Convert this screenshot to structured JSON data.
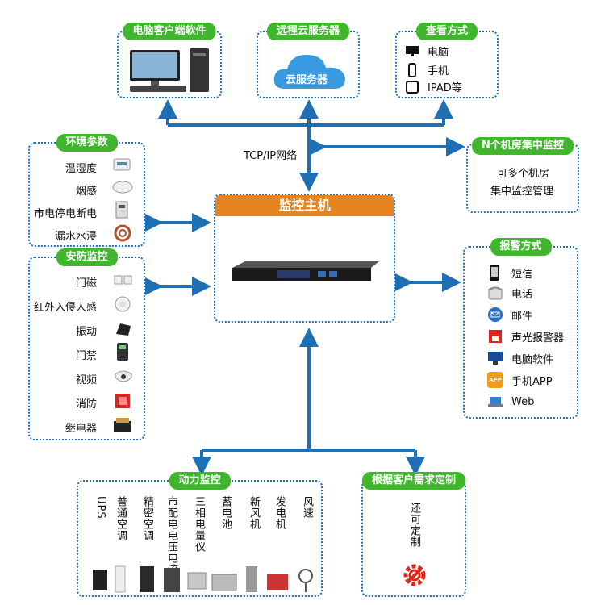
{
  "top": {
    "client": {
      "title": "电脑客户端软件"
    },
    "cloud": {
      "title": "远程云服务器",
      "cloud_label": "云服务器"
    },
    "view": {
      "title": "查看方式",
      "items": [
        "电脑",
        "手机",
        "IPAD等"
      ]
    }
  },
  "network_label": "TCP/IP网络",
  "n_room": {
    "title": "N个机房集中监控",
    "lines": [
      "可多个机房",
      "集中监控管理"
    ]
  },
  "env": {
    "title": "环境参数",
    "items": [
      "温湿度",
      "烟感",
      "市电停电断电",
      "漏水水浸"
    ]
  },
  "security": {
    "title": "安防监控",
    "items": [
      "门磁",
      "红外入侵人感",
      "振动",
      "门禁",
      "视频",
      "消防",
      "继电器"
    ]
  },
  "host": {
    "title": "监控主机"
  },
  "alarm": {
    "title": "报警方式",
    "items": [
      "短信",
      "电话",
      "邮件",
      "声光报警器",
      "电脑软件",
      "手机APP",
      "Web"
    ],
    "app_badge": "APP"
  },
  "power": {
    "title": "动力监控",
    "items": [
      "UPS",
      "普通空调",
      "精密空调",
      "市配电电压电流",
      "三相电量仪",
      "蓄电池",
      "新风机",
      "发电机",
      "风速"
    ]
  },
  "custom": {
    "title": "根据客户需求定制",
    "text": "还可定制"
  },
  "colors": {
    "accent_green": "#3fb62c",
    "border_blue": "#1f6fb5",
    "arrow_blue": "#1f6fb5",
    "host_orange": "#e8841f"
  }
}
